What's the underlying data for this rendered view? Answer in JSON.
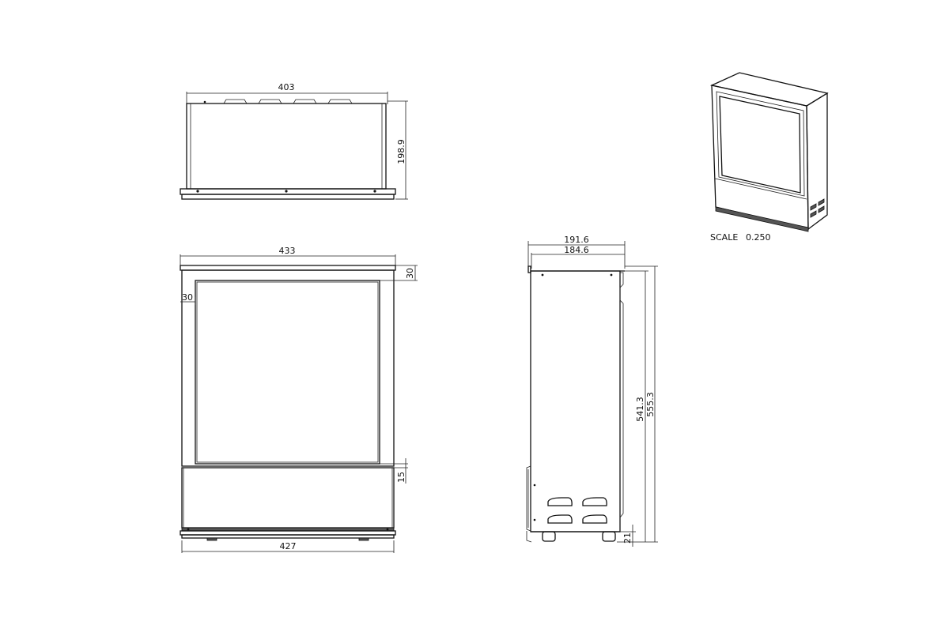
{
  "top_view": {
    "width_label": "403",
    "depth_label": "198.9"
  },
  "front_view": {
    "top_width_label": "433",
    "side_offset_label": "30",
    "top_offset_label": "30",
    "bottom_gap_label": "15",
    "bottom_width_label": "427"
  },
  "side_view": {
    "outer_depth_label": "191.6",
    "inner_depth_label": "184.6",
    "height_label": "555.3",
    "inner_height_label": "541.3",
    "foot_label": "21"
  },
  "iso_view": {
    "scale_label": "SCALE",
    "scale_value": "0.250"
  }
}
